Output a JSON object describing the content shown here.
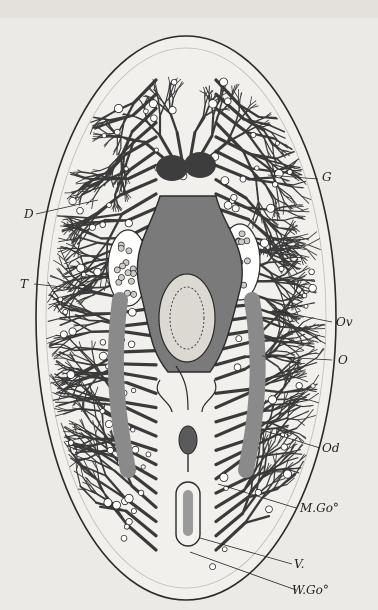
{
  "figure": {
    "labels": {
      "G": "G",
      "D": "D",
      "T": "T",
      "Ov": "Ov",
      "O": "O",
      "Od": "Od",
      "MGo": "M.Go°",
      "V": "V.",
      "WGo": "W.Go°"
    },
    "colors": {
      "paper": "#eceae6",
      "ink": "#2a2a2a",
      "organ_shading": "#6d6d6d",
      "gut_branch": "#3a3a3a"
    }
  }
}
